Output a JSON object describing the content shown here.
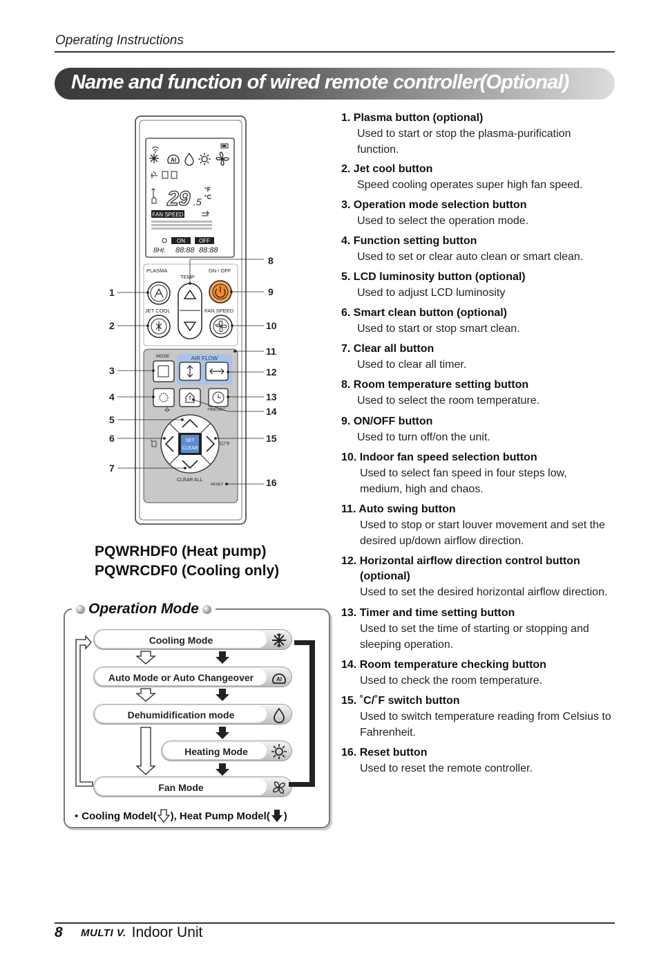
{
  "header": {
    "section": "Operating Instructions",
    "title": "Name and function of wired remote controller(Optional)"
  },
  "remote": {
    "callouts": [
      "1",
      "2",
      "3",
      "4",
      "5",
      "6",
      "7",
      "8",
      "9",
      "10",
      "11",
      "12",
      "13",
      "14",
      "15",
      "16"
    ],
    "lcd": {
      "temp_digits": "29",
      "temp_decimal": ".5",
      "unit_f": "°F",
      "unit_c": "°C",
      "fan_speed": "FAN SPEED",
      "on": "ON",
      "off": "OFF",
      "hr": "8Hr.",
      "timer1": "88:88",
      "timer2": "88:88",
      "ai": "AI"
    },
    "labels": {
      "plasma": "PLASMA",
      "temp": "TEMP",
      "on_off": "ON / OFF",
      "jet_cool": "JET COOL",
      "fan_speed": "FAN SPEED",
      "mode": "MODE",
      "air_flow": "AIR FLOW",
      "time_sec": "TIME/SEC",
      "set": "SET",
      "clear": "CLEAR",
      "clear_all": "CLEAR ALL",
      "reset": "RESET",
      "c_f": "°C/°F"
    }
  },
  "models": [
    "PQWRHDF0 (Heat pump)",
    "PQWRCDF0 (Cooling only)"
  ],
  "operation_mode": {
    "title": "Operation Mode",
    "modes": [
      "Cooling Mode",
      "Auto Mode or Auto Changeover",
      "Dehumidification mode",
      "Heating Mode",
      "Fan Mode"
    ],
    "icons": [
      "snowflake-icon",
      "ai-auto-icon",
      "droplet-icon",
      "sun-icon",
      "fan-icon"
    ],
    "mode_icon_text": {
      "ai": "AI"
    },
    "note_bullet": "•",
    "note_part1": "Cooling Model(",
    "note_part2": "), Heat Pump Model(",
    "note_part3": ")"
  },
  "items": [
    {
      "title": "1.  Plasma button (optional)",
      "desc": [
        "Used to start or stop the plasma-purification",
        "function."
      ]
    },
    {
      "title": "2.  Jet cool button",
      "desc": [
        "Speed cooling operates super high fan speed."
      ]
    },
    {
      "title": "3.  Operation mode selection button",
      "desc": [
        "Used to select the operation mode."
      ]
    },
    {
      "title": "4.  Function setting button",
      "desc": [
        "Used to set or clear auto clean or smart clean."
      ]
    },
    {
      "title": "5.  LCD luminosity button (optional)",
      "desc": [
        "Used to adjust LCD luminosity"
      ]
    },
    {
      "title": "6.  Smart clean button (optional)",
      "desc": [
        "Used to start or stop smart clean."
      ]
    },
    {
      "title": "7.  Clear all button",
      "desc": [
        "Used to clear all timer."
      ]
    },
    {
      "title": "8.  Room temperature setting button",
      "desc": [
        "Used to select the room temperature."
      ]
    },
    {
      "title": "9.  ON/OFF button",
      "desc": [
        "Used to turn off/on the unit."
      ]
    },
    {
      "title": "10. Indoor fan speed selection button",
      "desc": [
        "Used to select fan speed in four steps low,",
        "medium, high and chaos."
      ]
    },
    {
      "title": "11. Auto swing button",
      "desc": [
        "Used to stop or start louver movement and set the",
        "desired up/down airflow direction."
      ]
    },
    {
      "title": "12. Horizontal airflow direction control button",
      "title2": "(optional)",
      "desc": [
        "Used to set the desired horizontal airflow direction."
      ]
    },
    {
      "title": "13. Timer and time setting button",
      "desc": [
        "Used to set the time of starting or stopping and",
        "sleeping operation."
      ]
    },
    {
      "title": "14. Room temperature checking button",
      "desc": [
        "Used to check the room temperature."
      ]
    },
    {
      "title": "15. ˚C/˚F switch button",
      "desc": [
        "Used to switch temperature reading from Celsius to",
        "Fahrenheit."
      ]
    },
    {
      "title": "16. Reset button",
      "desc": [
        "Used to reset the remote controller."
      ]
    }
  ],
  "footer": {
    "page": "8",
    "brand": "MULTI V.",
    "unit": "Indoor Unit"
  }
}
